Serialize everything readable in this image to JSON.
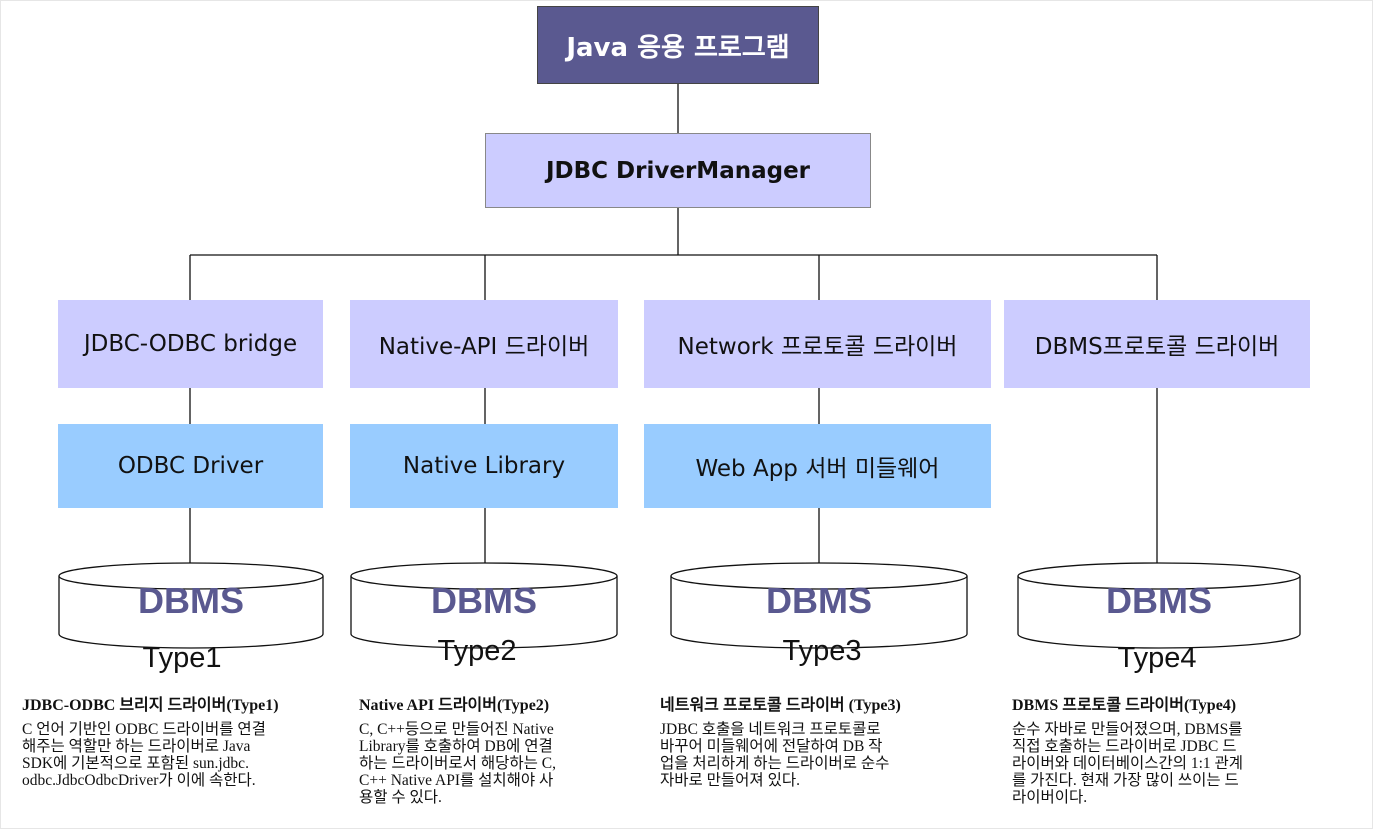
{
  "colors": {
    "top_box": "#5a5990",
    "driver_box": "#ccccff",
    "library_box": "#99ccff",
    "dbms_text": "#5a5990"
  },
  "app": {
    "title": "Java 응용 프로그램"
  },
  "manager": {
    "label": "JDBC DriverManager"
  },
  "drivers": [
    "JDBC-ODBC bridge",
    "Native-API 드라이버",
    "Network 프로토콜 드라이버",
    "DBMS프로토콜 드라이버"
  ],
  "libraries": [
    "ODBC Driver",
    "Native Library",
    "Web App 서버 미들웨어"
  ],
  "dbms": [
    "DBMS",
    "DBMS",
    "DBMS",
    "DBMS"
  ],
  "types": [
    "Type1",
    "Type2",
    "Type3",
    "Type4"
  ],
  "descriptions": [
    {
      "title": "JDBC-ODBC 브리지 드라이버(Type1)",
      "lines": [
        "C 언어 기반인 ODBC 드라이버를 연결",
        "해주는 역할만 하는 드라이버로 Java",
        "SDK에 기본적으로 포함된 sun.jdbc.",
        "odbc.JdbcOdbcDriver가 이에 속한다."
      ]
    },
    {
      "title": "Native API 드라이버(Type2)",
      "lines": [
        "C, C++등으로 만들어진 Native",
        "Library를 호출하여 DB에 연결",
        "하는 드라이버로서 해당하는 C,",
        "C++ Native API를 설치해야 사",
        "용할 수 있다."
      ]
    },
    {
      "title": "네트워크 프로토콜 드라이버 (Type3)",
      "lines": [
        "JDBC 호출을 네트워크 프로토콜로",
        "바꾸어 미들웨어에 전달하여 DB 작",
        "업을 처리하게 하는 드라이버로 순수",
        "자바로 만들어져 있다."
      ]
    },
    {
      "title": "DBMS 프로토콜 드라이버(Type4)",
      "lines": [
        "순수 자바로 만들어졌으며, DBMS를",
        "직접 호출하는 드라이버로 JDBC 드",
        "라이버와 데이터베이스간의 1:1 관계",
        "를 가진다. 현재 가장 많이 쓰이는 드",
        "라이버이다."
      ]
    }
  ]
}
